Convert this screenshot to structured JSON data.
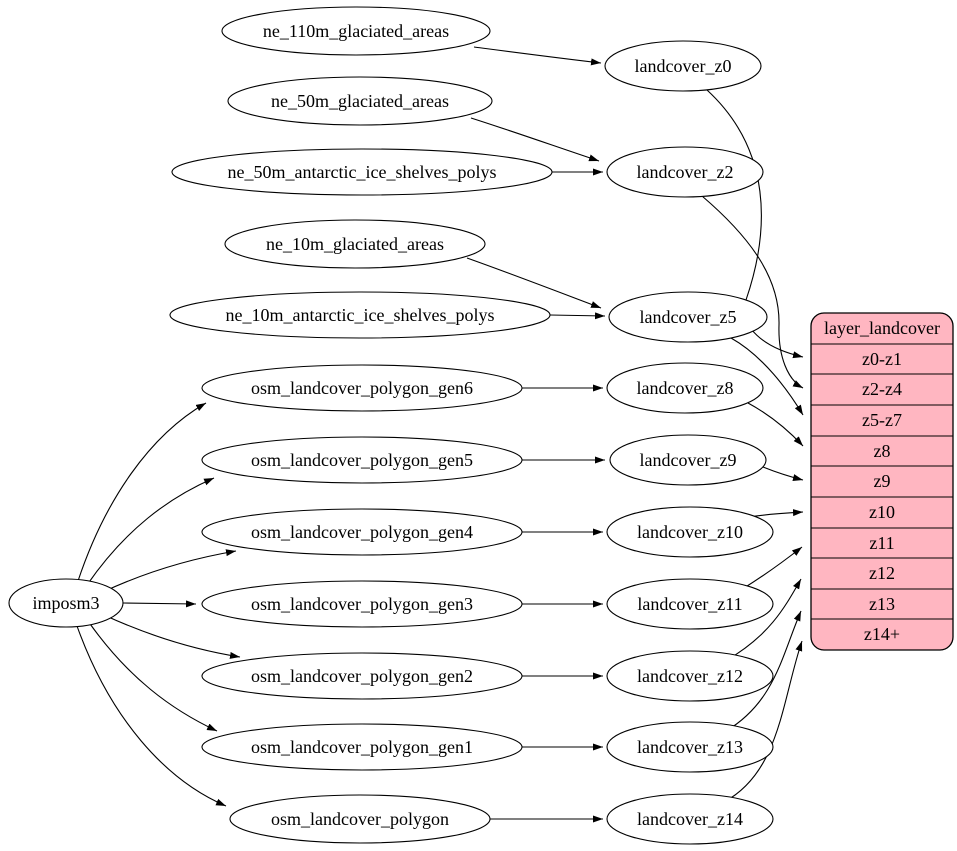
{
  "diagram": {
    "importer": {
      "label": "imposm3"
    },
    "source_tables": [
      "ne_110m_glaciated_areas",
      "ne_50m_glaciated_areas",
      "ne_50m_antarctic_ice_shelves_polys",
      "ne_10m_glaciated_areas",
      "ne_10m_antarctic_ice_shelves_polys",
      "osm_landcover_polygon_gen6",
      "osm_landcover_polygon_gen5",
      "osm_landcover_polygon_gen4",
      "osm_landcover_polygon_gen3",
      "osm_landcover_polygon_gen2",
      "osm_landcover_polygon_gen1",
      "osm_landcover_polygon"
    ],
    "generalized_tables": [
      "landcover_z0",
      "landcover_z2",
      "landcover_z5",
      "landcover_z8",
      "landcover_z9",
      "landcover_z10",
      "landcover_z11",
      "landcover_z12",
      "landcover_z13",
      "landcover_z14"
    ],
    "layer": {
      "title": "layer_landcover",
      "zoom_rows": [
        "z0-z1",
        "z2-z4",
        "z5-z7",
        "z8",
        "z9",
        "z10",
        "z11",
        "z12",
        "z13",
        "z14+"
      ]
    },
    "colors": {
      "layer_fill": "#ffb6c1",
      "node_fill": "#ffffff",
      "edge_stroke": "#000000"
    },
    "connections": [
      {
        "from": "imposm3",
        "to": "osm_landcover_polygon_gen6"
      },
      {
        "from": "imposm3",
        "to": "osm_landcover_polygon_gen5"
      },
      {
        "from": "imposm3",
        "to": "osm_landcover_polygon_gen4"
      },
      {
        "from": "imposm3",
        "to": "osm_landcover_polygon_gen3"
      },
      {
        "from": "imposm3",
        "to": "osm_landcover_polygon_gen2"
      },
      {
        "from": "imposm3",
        "to": "osm_landcover_polygon_gen1"
      },
      {
        "from": "imposm3",
        "to": "osm_landcover_polygon"
      },
      {
        "from": "ne_110m_glaciated_areas",
        "to": "landcover_z0"
      },
      {
        "from": "ne_50m_glaciated_areas",
        "to": "landcover_z2"
      },
      {
        "from": "ne_50m_antarctic_ice_shelves_polys",
        "to": "landcover_z2"
      },
      {
        "from": "ne_10m_glaciated_areas",
        "to": "landcover_z5"
      },
      {
        "from": "ne_10m_antarctic_ice_shelves_polys",
        "to": "landcover_z5"
      },
      {
        "from": "osm_landcover_polygon_gen6",
        "to": "landcover_z8"
      },
      {
        "from": "osm_landcover_polygon_gen5",
        "to": "landcover_z9"
      },
      {
        "from": "osm_landcover_polygon_gen4",
        "to": "landcover_z10"
      },
      {
        "from": "osm_landcover_polygon_gen3",
        "to": "landcover_z11"
      },
      {
        "from": "osm_landcover_polygon_gen2",
        "to": "landcover_z12"
      },
      {
        "from": "osm_landcover_polygon_gen1",
        "to": "landcover_z13"
      },
      {
        "from": "osm_landcover_polygon",
        "to": "landcover_z14"
      },
      {
        "from": "landcover_z0",
        "to": "layer_landcover.z0-z1"
      },
      {
        "from": "landcover_z2",
        "to": "layer_landcover.z2-z4"
      },
      {
        "from": "landcover_z5",
        "to": "layer_landcover.z5-z7"
      },
      {
        "from": "landcover_z8",
        "to": "layer_landcover.z8"
      },
      {
        "from": "landcover_z9",
        "to": "layer_landcover.z9"
      },
      {
        "from": "landcover_z10",
        "to": "layer_landcover.z10"
      },
      {
        "from": "landcover_z11",
        "to": "layer_landcover.z11"
      },
      {
        "from": "landcover_z12",
        "to": "layer_landcover.z12"
      },
      {
        "from": "landcover_z13",
        "to": "layer_landcover.z13"
      },
      {
        "from": "landcover_z14",
        "to": "layer_landcover.z14+"
      }
    ]
  }
}
